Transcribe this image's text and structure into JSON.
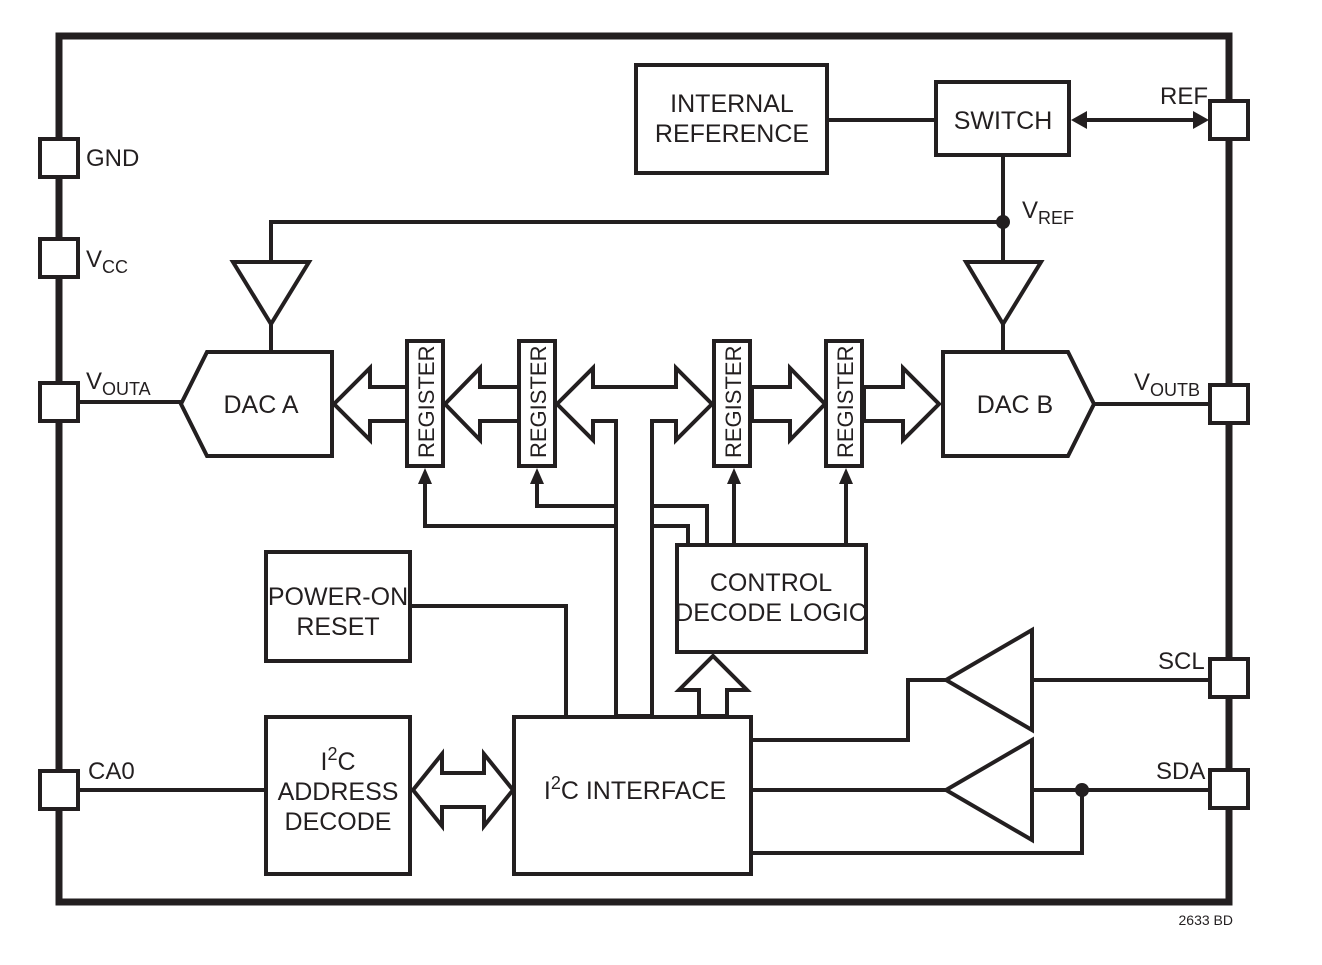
{
  "diagram": {
    "type": "block-diagram",
    "figure_id": "2633 BD",
    "colors": {
      "ink": "#231f20",
      "background": "#ffffff"
    },
    "pins": {
      "gnd": {
        "label": "GND"
      },
      "vcc": {
        "label": "V",
        "sub": "CC"
      },
      "vouta": {
        "label": "V",
        "sub": "OUTA"
      },
      "ca0": {
        "label": "CA0"
      },
      "ref": {
        "label": "REF"
      },
      "voutb": {
        "label": "V",
        "sub": "OUTB"
      },
      "scl": {
        "label": "SCL"
      },
      "sda": {
        "label": "SDA"
      }
    },
    "blocks": {
      "internal_reference": {
        "line1": "INTERNAL",
        "line2": "REFERENCE"
      },
      "switch": {
        "label": "SWITCH"
      },
      "vref": {
        "label": "V",
        "sub": "REF"
      },
      "dac_a": {
        "label": "DAC A"
      },
      "dac_b": {
        "label": "DAC B"
      },
      "registers": [
        "REGISTER",
        "REGISTER",
        "REGISTER",
        "REGISTER"
      ],
      "power_on_reset": {
        "line1": "POWER-ON",
        "line2": "RESET"
      },
      "control_decode": {
        "line1": "CONTROL",
        "line2": "DECODE LOGIC"
      },
      "i2c_address_decode": {
        "line1_main": "I",
        "line1_sup": "2",
        "line1_tail": "C",
        "line2": "ADDRESS",
        "line3": "DECODE"
      },
      "i2c_interface": {
        "main": "I",
        "sup": "2",
        "tail": "C INTERFACE"
      }
    }
  }
}
